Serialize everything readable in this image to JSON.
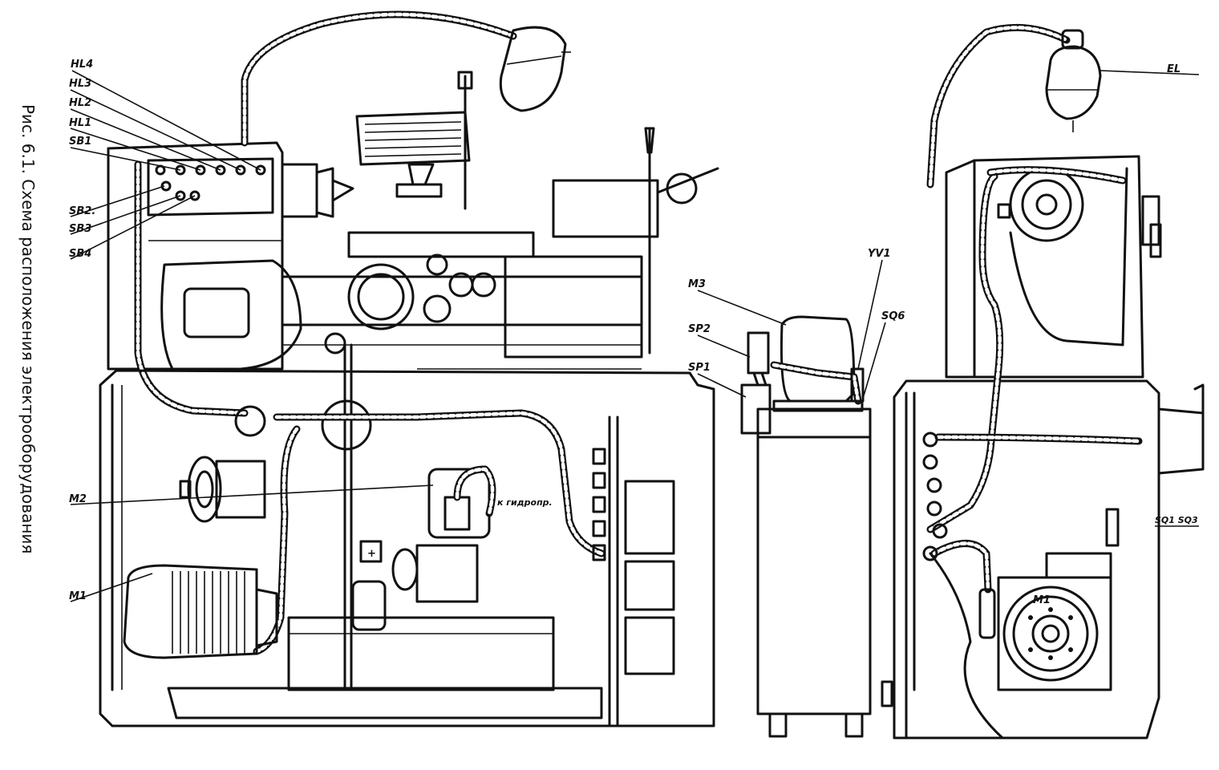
{
  "caption": "Рис. 6.1. Схема расположения электрооборудования",
  "labels": {
    "hl4": "HL4",
    "hl3": "HL3",
    "hl2": "HL2",
    "hl1": "HL1",
    "sb1": "SB1",
    "sb2": "SB2.",
    "sb3": "SB3",
    "sb4": "SB4",
    "m2": "M2",
    "m1_left": "M1",
    "m1_right": "M1",
    "m3": "M3",
    "yv1": "YV1",
    "sp2": "SP2",
    "sp1": "SP1",
    "sq6": "SQ6",
    "el": "EL",
    "sq1_sq3": "SQ1 SQ3",
    "hydro_note": "к гидропр.",
    "plus_sign": "+"
  }
}
